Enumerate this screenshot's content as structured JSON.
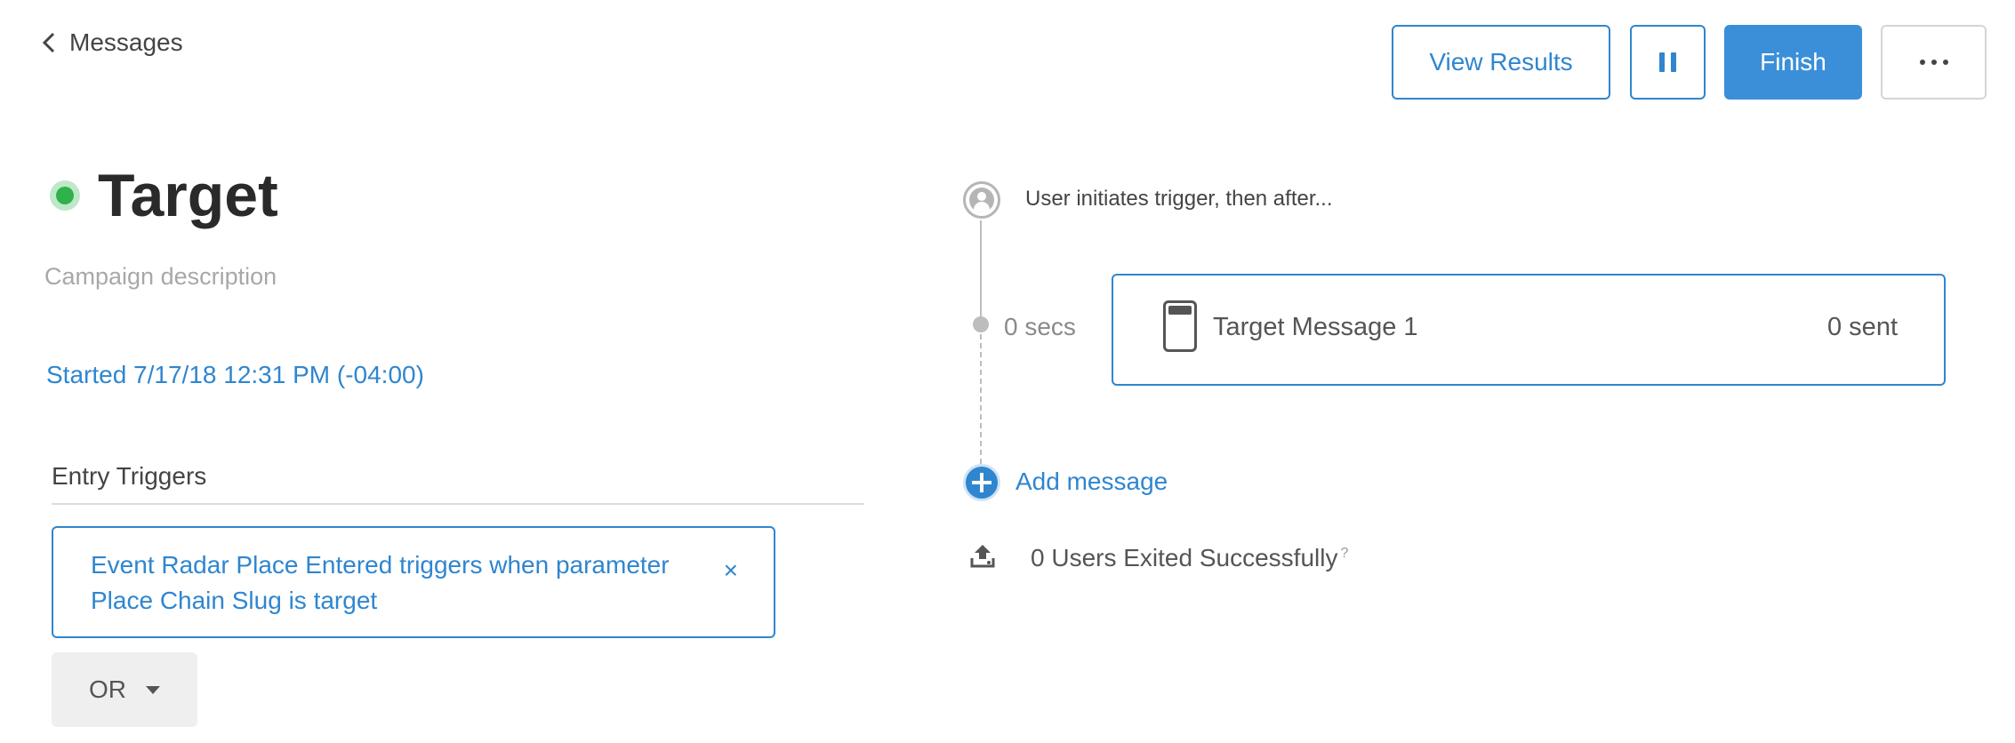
{
  "header": {
    "back_label": "Messages",
    "view_results_label": "View Results",
    "finish_label": "Finish"
  },
  "campaign": {
    "title": "Target",
    "description": "Campaign description",
    "started": "Started 7/17/18 12:31 PM (-04:00)",
    "status_color": "#2fb24c"
  },
  "entry_triggers": {
    "header": "Entry Triggers",
    "trigger_text": "Event Radar Place Entered triggers when parameter Place Chain Slug is target",
    "close_glyph": "×",
    "or_label": "OR"
  },
  "flow": {
    "trigger_label": "User initiates trigger, then after...",
    "delay": "0 secs",
    "message": {
      "name": "Target Message 1",
      "sent": "0 sent"
    },
    "add_message_label": "Add message",
    "exited_label": "0 Users Exited Successfully",
    "help_glyph": "?"
  },
  "colors": {
    "accent": "#2f86cf",
    "finish_bg": "#3b8fd8"
  }
}
